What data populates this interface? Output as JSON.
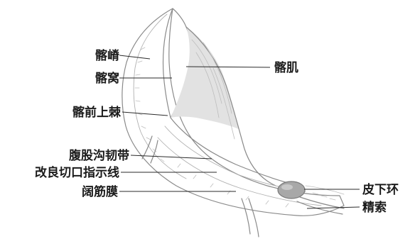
{
  "labels": {
    "iliac_crest": "髂嵴",
    "iliac_fossa": "髂窝",
    "asis": "髂前上棘",
    "inguinal_ligament": "腹股沟韧带",
    "incision_line": "改良切口指示线",
    "fascia_lata": "阔筋膜",
    "iliacus": "髂肌",
    "subcutaneous_ring": "皮下环",
    "spermatic_cord": "精索"
  },
  "colors": {
    "ink": "#1a1a1a",
    "outline": "#8a8a8a",
    "shade": "#d4d4d4",
    "ring": "#a8a8a8"
  }
}
